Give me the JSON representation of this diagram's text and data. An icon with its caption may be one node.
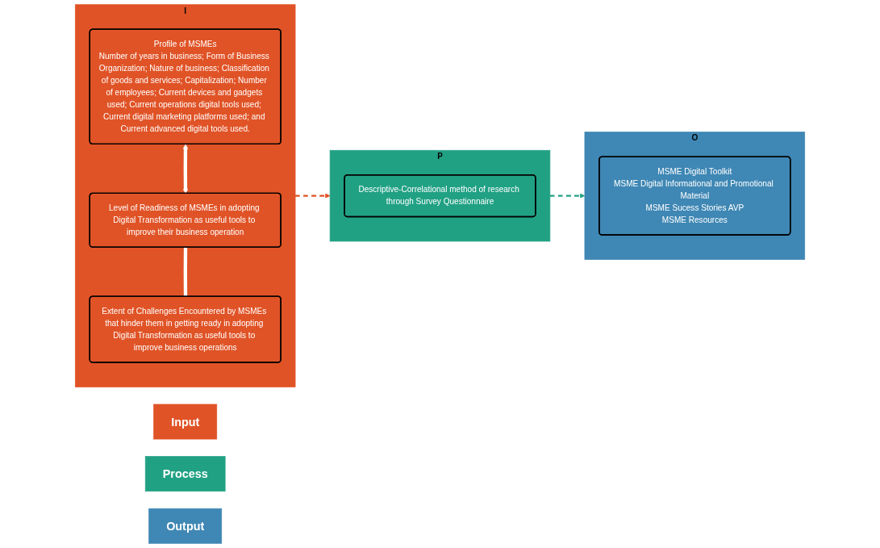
{
  "diagram": {
    "nodes": [
      {
        "text": [
          "I"
        ]
      },
      {
        "text": [
          "Profile of MSMEs",
          "Number of years in business; Form of Business Organization; Nature of business; Classification of goods and services; Capitalization; Number of employees; Current devices and gadgets used; Current operations digital tools used; Current digital marketing platforms used; and Current advanced digital tools used."
        ],
        "in": 0
      },
      {
        "text": [
          "Level of Readiness of MSMEs in adopting Digital Transformation as useful tools to improve their business operation"
        ],
        "in": 0
      },
      {
        "text": [
          "Extent of Challenges Encountered by MSMEs that hinder them in getting ready in adopting Digital Transformation as useful tools to improve business operations"
        ],
        "in": 0
      },
      {
        "text": [
          "Input"
        ]
      },
      {
        "text": [
          "P"
        ]
      },
      {
        "text": [
          "Descriptive-Correlational method of research through Survey Questionnaire"
        ],
        "in": 5
      },
      {
        "text": [
          "Process"
        ]
      },
      {
        "text": [
          "O"
        ]
      },
      {
        "text": [
          "MSME Digital Toolkit",
          "MSME Digital Informational and Promotional Material",
          "MSME Sucess Stories AVP",
          "MSME Resources"
        ],
        "in": 8
      },
      {
        "text": [
          "Output"
        ]
      }
    ],
    "edges": [
      {
        "from": 1,
        "to": 2,
        "arrow": "both",
        "color": "#ffffff",
        "style": "thick"
      },
      {
        "from": 2,
        "to": 3,
        "arrow": "none",
        "color": "#ffffff",
        "style": "thick"
      },
      {
        "from": 0,
        "to": 5,
        "arrow": "to",
        "style": "dashed",
        "color": "#e05326"
      },
      {
        "from": 5,
        "to": 8,
        "arrow": "to",
        "style": "dashed",
        "color": "#21a184"
      }
    ]
  }
}
